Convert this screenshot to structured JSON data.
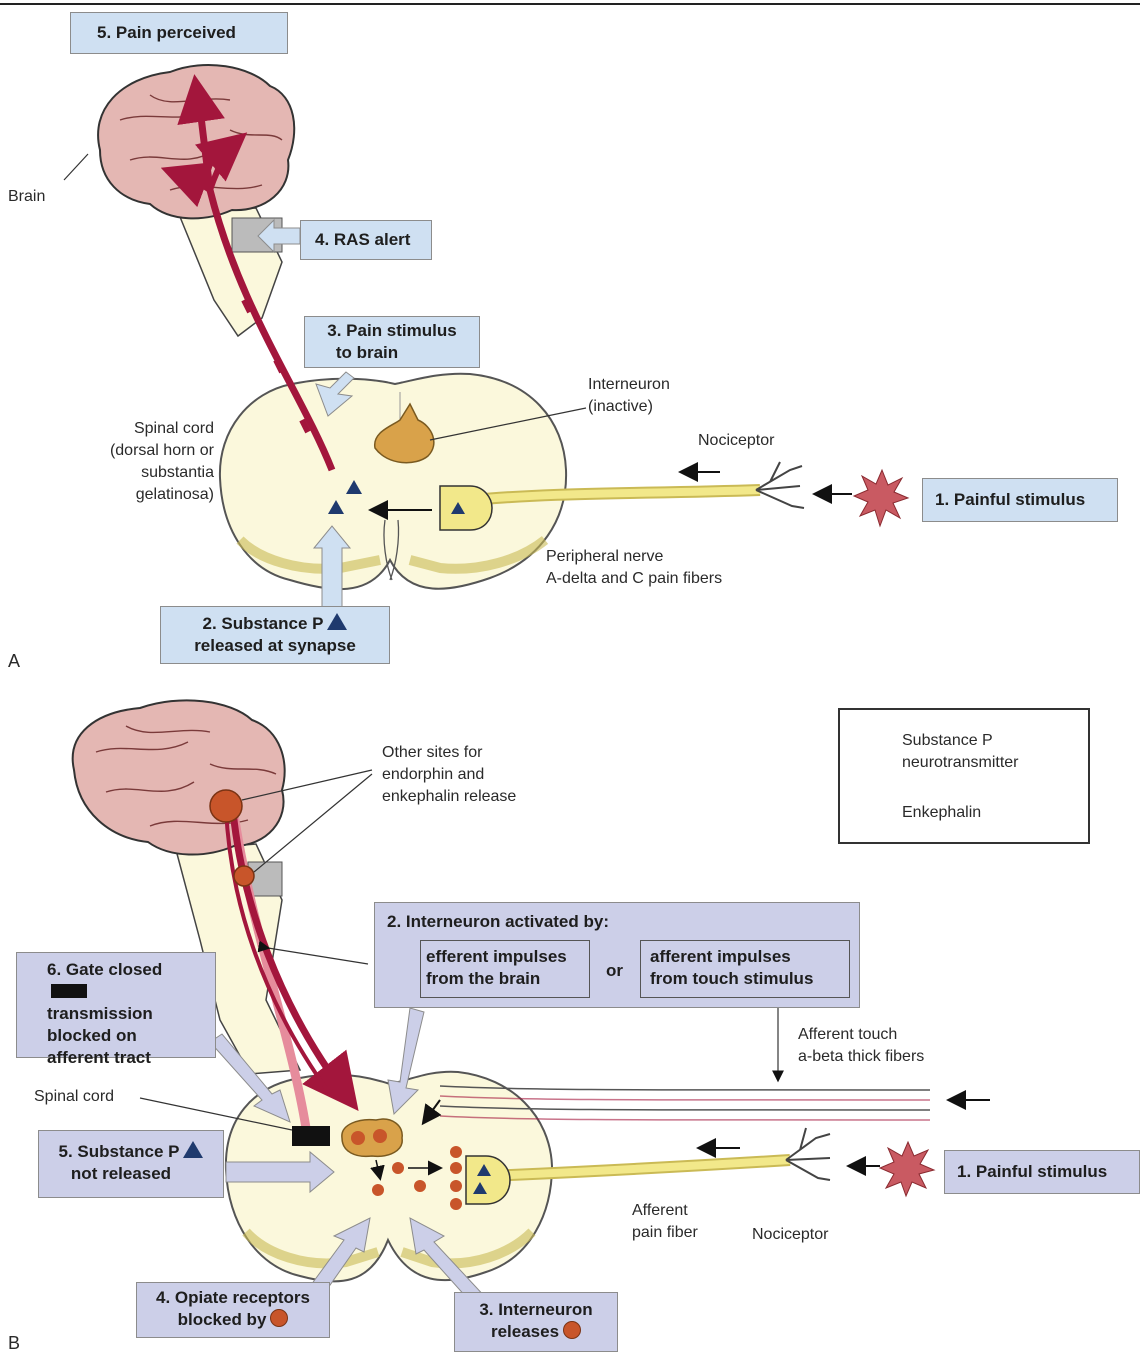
{
  "panel_a": {
    "letter": "A",
    "step5": "5. Pain perceived",
    "step4": "4. RAS alert",
    "step3_line1": "3. Pain stimulus",
    "step3_line2": "to brain",
    "step2_line1": "2. Substance P",
    "step2_line2": "released at synapse",
    "step1": "1. Painful stimulus",
    "brain": "Brain",
    "spinal_line1": "Spinal cord",
    "spinal_line2": "(dorsal horn or",
    "spinal_line3": "substantia",
    "spinal_line4": "gelatinosa)",
    "interneuron_line1": "Interneuron",
    "interneuron_line2": "(inactive)",
    "nociceptor": "Nociceptor",
    "peripheral_line1": "Peripheral nerve",
    "peripheral_line2": "A-delta and C pain fibers"
  },
  "panel_b": {
    "letter": "B",
    "other_sites_line1": "Other sites for",
    "other_sites_line2": "endorphin and",
    "other_sites_line3": "enkephalin release",
    "legend_sp_line1": "Substance P",
    "legend_sp_line2": "neurotransmitter",
    "legend_enk": "Enkephalin",
    "step2_title": "2. Interneuron activated by:",
    "step2_left_line1": "efferent impulses",
    "step2_left_line2": "from the brain",
    "step2_or": "or",
    "step2_right_line1": "afferent impulses",
    "step2_right_line2": "from touch stimulus",
    "step6_line1": "6. Gate closed",
    "step6_line2": "transmission",
    "step6_line3": "blocked on",
    "step6_line4": "afferent tract",
    "touch_line1": "Afferent touch",
    "touch_line2": "a-beta thick fibers",
    "spinal": "Spinal cord",
    "step5_line1": "5. Substance P",
    "step5_line2": "not released",
    "step1": "1. Painful stimulus",
    "afferent_line1": "Afferent",
    "afferent_line2": "pain fiber",
    "nociceptor": "Nociceptor",
    "step4_line1": "4. Opiate receptors",
    "step4_line2": "blocked by",
    "step3_line1": "3. Interneuron",
    "step3_line2": "releases"
  },
  "colors": {
    "box_blue": "#cfe0f2",
    "box_violet": "#cccfe8",
    "pain_tract": "#a3163c",
    "nerve_yellow": "#f2e88a",
    "cord_cream": "#fbf8dc",
    "substance_p": "#1f3a6e",
    "enkephalin": "#c8552a"
  }
}
